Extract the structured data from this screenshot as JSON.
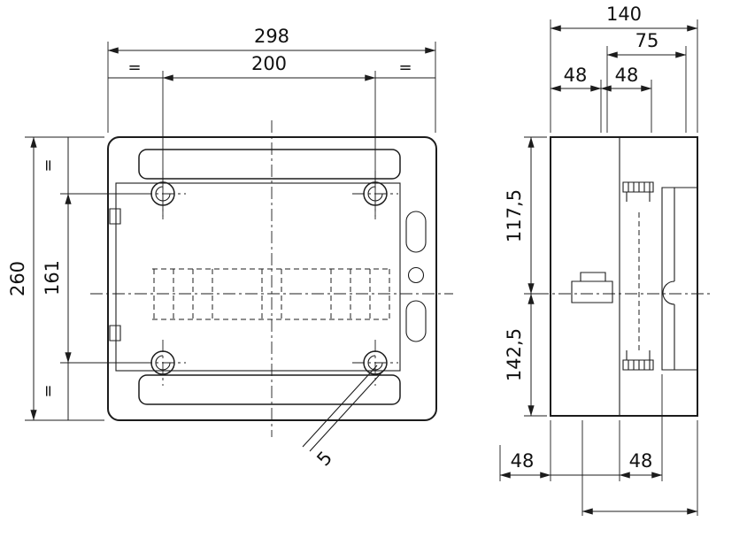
{
  "drawing": {
    "background": "#ffffff",
    "line_color": "#1c1c1c",
    "front_view": {
      "width_total": "298",
      "hole_spacing_h": "200",
      "height_total": "260",
      "hole_spacing_v": "161",
      "slot_width": "5",
      "equal_top_left": "=",
      "equal_top_right": "=",
      "equal_side_upper": "=",
      "equal_side_lower": "="
    },
    "side_view": {
      "depth_total": "140",
      "rail_depth": "75",
      "top_offset_a": "48",
      "top_offset_b": "48",
      "height_upper": "117,5",
      "height_lower": "142,5",
      "bottom_offset_a": "48",
      "bottom_offset_b": "48"
    }
  }
}
